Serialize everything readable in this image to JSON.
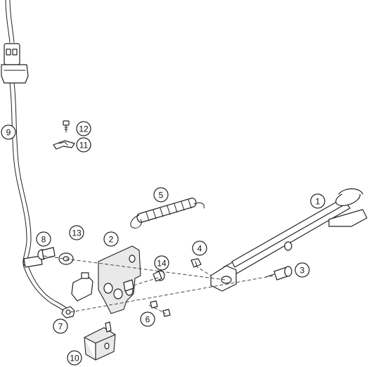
{
  "callouts": [
    {
      "id": "c1",
      "text": "1"
    },
    {
      "id": "c2",
      "text": "2"
    },
    {
      "id": "c3",
      "text": "3"
    },
    {
      "id": "c4",
      "text": "4"
    },
    {
      "id": "c5",
      "text": "5"
    },
    {
      "id": "c6",
      "text": "6"
    },
    {
      "id": "c7",
      "text": "7"
    },
    {
      "id": "c8",
      "text": "8"
    },
    {
      "id": "c9",
      "text": "9"
    },
    {
      "id": "c10",
      "text": "10"
    },
    {
      "id": "c11",
      "text": "11"
    },
    {
      "id": "c12",
      "text": "12"
    },
    {
      "id": "c13",
      "text": "13"
    },
    {
      "id": "c14",
      "text": "14"
    }
  ]
}
